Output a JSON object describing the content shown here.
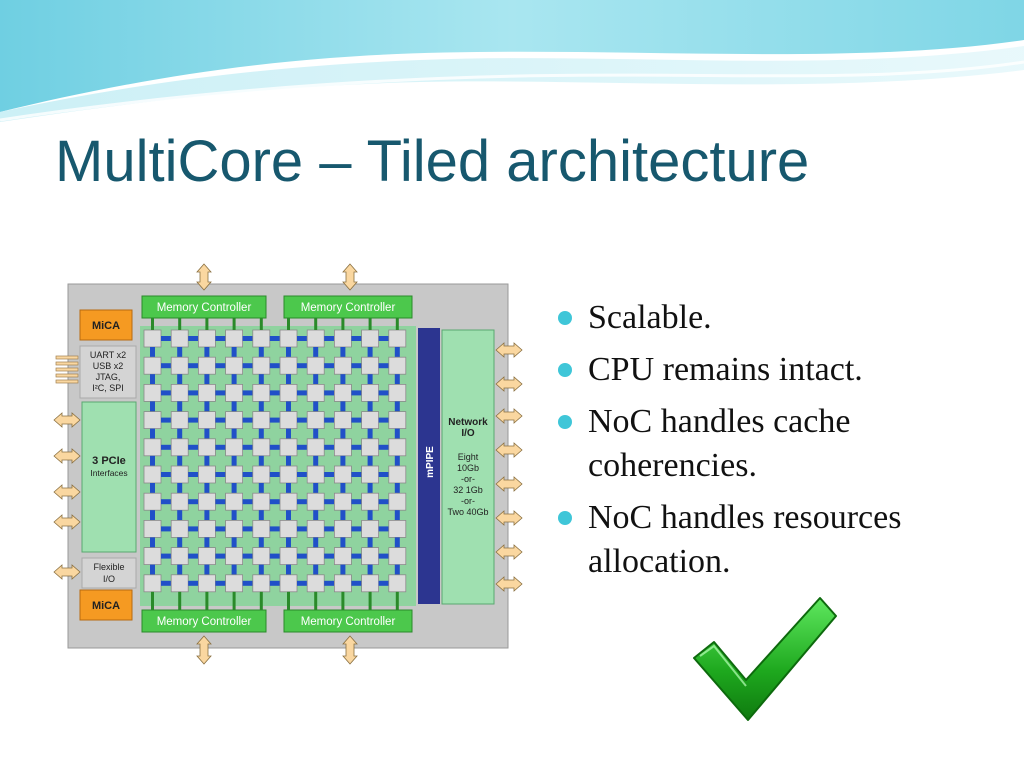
{
  "slide": {
    "title": "MultiCore – Tiled architecture"
  },
  "diagram": {
    "memory_controller_label": "Memory Controller",
    "mica_label": "MiCA",
    "uart_lines": [
      "UART x2",
      "USB x2",
      "JTAG,",
      "I²C, SPI"
    ],
    "pcie_title": "3 PCIe",
    "pcie_sub": "Interfaces",
    "flexible_io_lines": [
      "Flexible",
      "I/O"
    ],
    "mpipe_label": "mPIPE",
    "network_io_title_lines": [
      "Network",
      "I/O"
    ],
    "network_io_detail_lines": [
      "Eight",
      "10Gb",
      "-or-",
      "32 1Gb",
      "-or-",
      "Two 40Gb"
    ],
    "grid_rows": 10,
    "grid_cols": 10,
    "colors": {
      "memory_controller": "#4cc84c",
      "mica": "#f59a22",
      "mpipe": "#2c3590",
      "io_block": "#9fe0b0",
      "chip_background": "#c8c8c8",
      "io_arrow": "#fad7a0"
    }
  },
  "bullets": [
    "Scalable.",
    "CPU remains intact.",
    "NoC handles cache coherencies.",
    "NoC handles resources allocation."
  ],
  "icons": {
    "bullet": "bullet-dot-icon",
    "check": "checkmark-icon"
  }
}
